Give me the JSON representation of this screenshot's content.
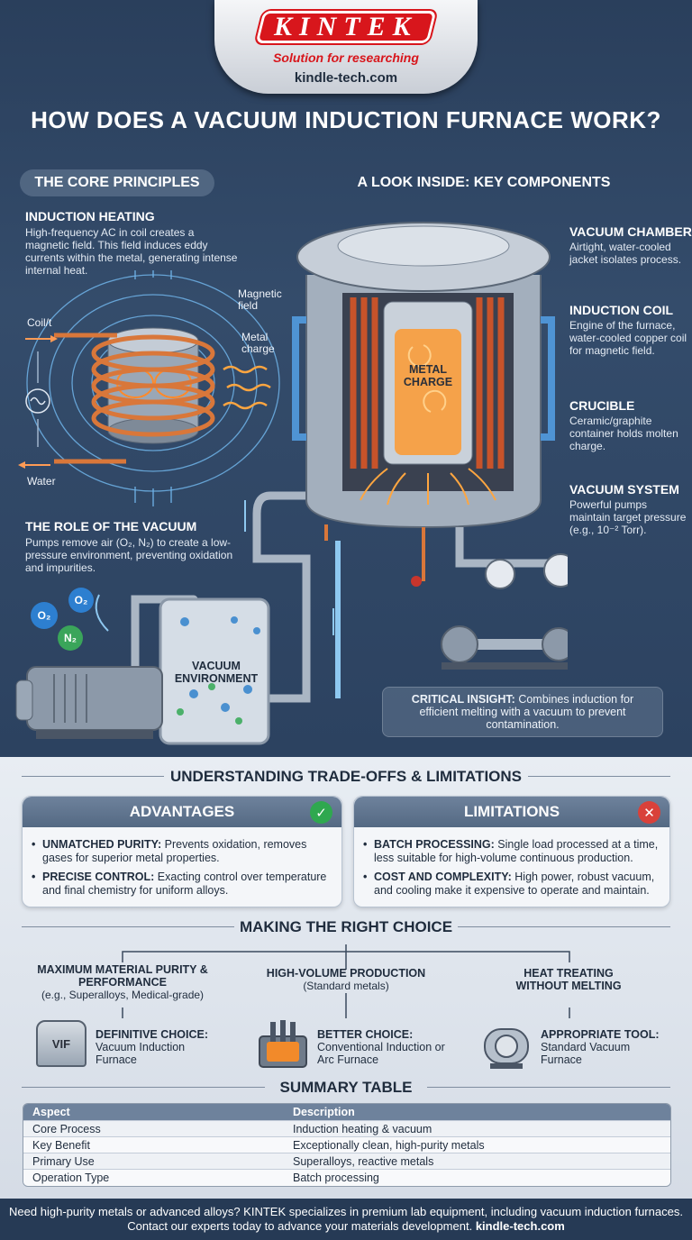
{
  "brand": {
    "name": "KINTEK",
    "tagline": "Solution for researching",
    "url": "kindle-tech.com"
  },
  "title": "HOW DOES A VACUUM INDUCTION FURNACE WORK?",
  "principles": {
    "heading": "THE CORE PRINCIPLES",
    "induction_title": "INDUCTION HEATING",
    "induction_text": "High-frequency AC in coil creates a magnetic field. This field induces eddy currents within the metal, generating intense internal heat.",
    "labels": {
      "coil": "Coil/t",
      "water": "Water",
      "magnetic_field": "Magnetic field",
      "metal_charge": "Metal charge"
    },
    "vacuum_title": "THE ROLE OF THE VACUUM",
    "vacuum_text": "Pumps remove air (O₂, N₂) to create a low-pressure environment, preventing oxidation and impurities.",
    "gases": {
      "o2": "O₂",
      "n2": "N₂"
    },
    "vacuum_env": "VACUUM ENVIRONMENT"
  },
  "components": {
    "heading": "A LOOK INSIDE: KEY COMPONENTS",
    "metal_charge": "METAL CHARGE",
    "items": [
      {
        "title": "VACUUM CHAMBER",
        "text": "Airtight, water-cooled jacket isolates process."
      },
      {
        "title": "INDUCTION COIL",
        "text": "Engine of the furnace, water-cooled copper coil for magnetic field."
      },
      {
        "title": "CRUCIBLE",
        "text": "Ceramic/graphite container holds molten charge."
      },
      {
        "title": "VACUUM SYSTEM",
        "text": "Powerful pumps maintain target pressure (e.g., 10⁻² Torr)."
      }
    ],
    "insight_label": "CRITICAL INSIGHT:",
    "insight_text": "Combines induction for efficient melting with a vacuum to prevent contamination."
  },
  "tradeoffs": {
    "heading": "UNDERSTANDING TRADE-OFFS & LIMITATIONS",
    "advantages": {
      "title": "ADVANTAGES",
      "items": [
        {
          "label": "UNMATCHED PURITY:",
          "text": "Prevents oxidation, removes gases for superior metal properties."
        },
        {
          "label": "PRECISE CONTROL:",
          "text": "Exacting control over temperature and final chemistry for uniform alloys."
        }
      ]
    },
    "limitations": {
      "title": "LIMITATIONS",
      "items": [
        {
          "label": "BATCH PROCESSING:",
          "text": "Single load processed at a time, less suitable for high-volume continuous production."
        },
        {
          "label": "COST AND COMPLEXITY:",
          "text": "High power, robust vacuum, and cooling make it expensive to operate and maintain."
        }
      ]
    }
  },
  "choice": {
    "heading": "MAKING THE RIGHT CHOICE",
    "options": [
      {
        "need": "MAXIMUM MATERIAL PURITY & PERFORMANCE",
        "sub": "(e.g., Superalloys, Medical-grade)",
        "icon_label": "VIF",
        "result_label": "DEFINITIVE CHOICE:",
        "result": "Vacuum Induction Furnace"
      },
      {
        "need": "HIGH-VOLUME PRODUCTION",
        "sub": "(Standard metals)",
        "result_label": "BETTER CHOICE:",
        "result": "Conventional Induction or Arc Furnace"
      },
      {
        "need": "HEAT TREATING WITHOUT MELTING",
        "sub": "",
        "result_label": "APPROPRIATE TOOL:",
        "result": "Standard Vacuum Furnace"
      }
    ]
  },
  "summary": {
    "heading": "SUMMARY TABLE",
    "columns": [
      "Aspect",
      "Description"
    ],
    "rows": [
      [
        "Core Process",
        "Induction heating & vacuum"
      ],
      [
        "Key Benefit",
        "Exceptionally clean, high-purity metals"
      ],
      [
        "Primary Use",
        "Superalloys, reactive metals"
      ],
      [
        "Operation Type",
        "Batch processing"
      ]
    ]
  },
  "footer": {
    "text": "Need high-purity metals or advanced alloys? KINTEK specializes in premium lab equipment, including vacuum induction furnaces. Contact our experts today to advance your materials development.",
    "url": "kindle-tech.com"
  },
  "colors": {
    "navy": "#2b3e58",
    "copper": "#d9773a",
    "brand_red": "#d8161c",
    "check_green": "#2fa84f",
    "cross_red": "#d9413a"
  }
}
